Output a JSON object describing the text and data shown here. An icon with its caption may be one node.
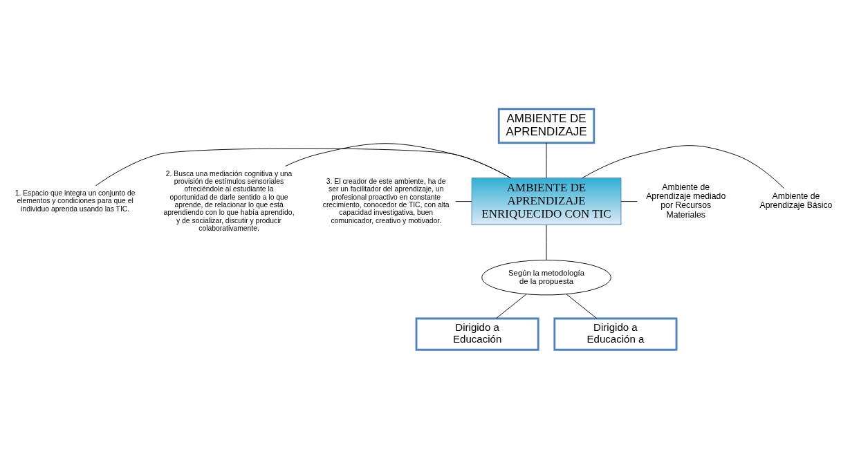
{
  "diagram": {
    "nodes": [
      {
        "text": [
          "AMBIENTE DE APRENDIZAJE"
        ]
      },
      {
        "text": [
          "AMBIENTE DE APRENDIZAJE ENRIQUECIDO CON TIC"
        ]
      },
      {
        "text": [
          "1. Espacio que integra un conjunto de elementos y condiciones para que el individuo aprenda usando las TIC."
        ]
      },
      {
        "text": [
          "2. Busca una mediación cognitiva y una provisión de estímulos sensoriales ofreciéndole al estudiante la oportunidad de darle sentido a lo que aprende, de relacionar lo que está aprendiendo con lo que había aprendido, y de socializar, discutir y producir colaborativamente."
        ]
      },
      {
        "text": [
          "3. El creador de este ambiente, ha de ser un facilitador del aprendizaje, un profesional proactivo en constante crecimiento, conocedor de TIC, con alta capacidad investigativa, buen comunicador, creativo y motivador."
        ]
      },
      {
        "text": [
          "Ambiente de Aprendizaje Básico"
        ]
      },
      {
        "text": [
          "Ambiente de Aprendizaje mediado por Recursos Materiales"
        ]
      },
      {
        "text": [
          "Según la metodología de la propuesta"
        ]
      },
      {
        "text": [
          "Dirigido a Educación"
        ]
      },
      {
        "text": [
          "Dirigido a Educación a"
        ]
      }
    ],
    "edges": [
      {
        "from": 0,
        "to": 1,
        "arrow": "none"
      },
      {
        "from": 2,
        "to": 1,
        "arrow": "none"
      },
      {
        "from": 3,
        "to": 1,
        "arrow": "none"
      },
      {
        "from": 4,
        "to": 1,
        "arrow": "none"
      },
      {
        "from": 1,
        "to": 5,
        "arrow": "none"
      },
      {
        "from": 1,
        "to": 6,
        "arrow": "none"
      },
      {
        "from": 1,
        "to": 7,
        "arrow": "none"
      },
      {
        "from": 7,
        "to": 8,
        "arrow": "none"
      },
      {
        "from": 7,
        "to": 9,
        "arrow": "none"
      }
    ]
  }
}
